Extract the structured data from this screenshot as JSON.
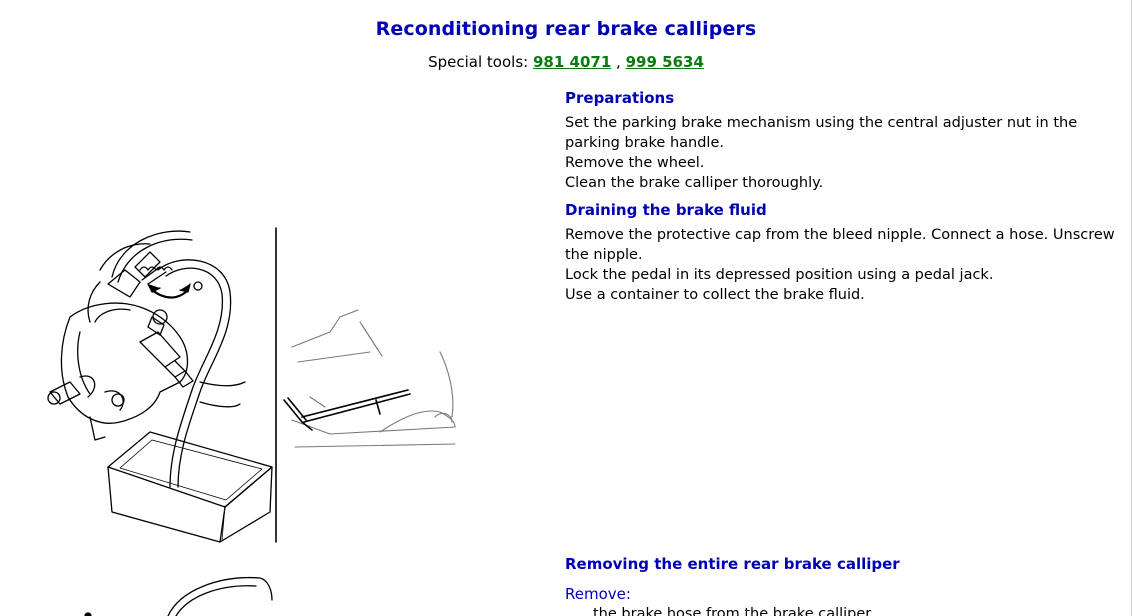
{
  "title": "Reconditioning rear brake callipers",
  "special_tools": {
    "label": "Special tools:",
    "separator": ",",
    "tools": [
      "981 4071",
      "999 5634"
    ]
  },
  "sections": [
    {
      "heading": "Preparations",
      "lines": [
        "Set the parking brake mechanism using the central adjuster nut in the parking brake handle.",
        "Remove the wheel.",
        "Clean the brake calliper thoroughly."
      ]
    },
    {
      "heading": "Draining the brake fluid",
      "lines": [
        "Remove the protective cap from the bleed nipple. Connect a hose. Unscrew the nipple.",
        "Lock the pedal in its depressed position using a pedal jack.",
        "Use a container to collect the brake fluid."
      ]
    },
    {
      "heading": "Removing the entire rear brake calliper",
      "remove_label": "Remove:",
      "items": [
        "the brake hose from the brake calliper"
      ]
    }
  ],
  "colors": {
    "heading": "#0000b4",
    "link": "#0a7a12"
  }
}
